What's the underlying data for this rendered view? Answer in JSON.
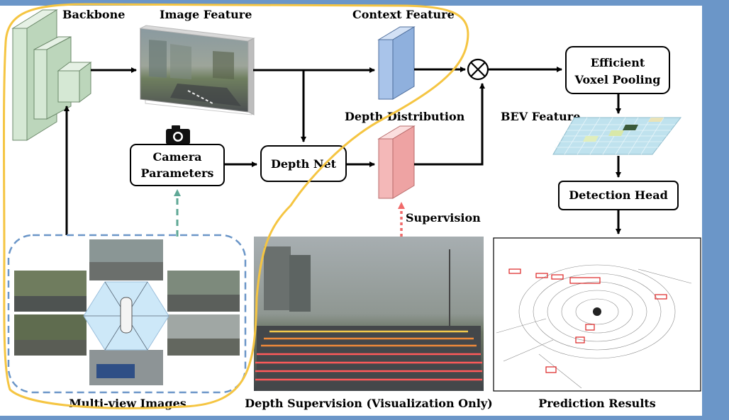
{
  "labels": {
    "backbone": "Backbone",
    "image_feature": "Image Feature",
    "context_feature": "Context Feature",
    "depth_distribution": "Depth Distribution",
    "bev_feature": "BEV Feature",
    "supervision": "Supervision",
    "multi_view_images": "Multi-view Images",
    "depth_supervision": "Depth Supervision (Visualization Only)",
    "prediction_results": "Prediction Results"
  },
  "boxes": {
    "camera_parameters_line1": "Camera",
    "camera_parameters_line2": "Parameters",
    "depth_net": "Depth Net",
    "efficient_voxel_pooling_line1": "Efficient",
    "efficient_voxel_pooling_line2": "Voxel Pooling",
    "detection_head": "Detection Head"
  },
  "colors": {
    "background_frame": "#6b96c8",
    "canvas": "#ffffff",
    "backbone_fill": "#d5e8d4",
    "context_feature_fill": "#a9c4ea",
    "depth_distribution_fill": "#f4b8b8",
    "bev_grid_fill": "#bfe2ee",
    "annotation_outline": "#f5c542",
    "supervision_arrow": "#f06a6a",
    "camera_param_arrow": "#5fa896",
    "multi_view_dashed_border": "#6b96c8"
  },
  "icons": {
    "camera": "camera-icon",
    "multiply": "multiply-circle-icon"
  }
}
